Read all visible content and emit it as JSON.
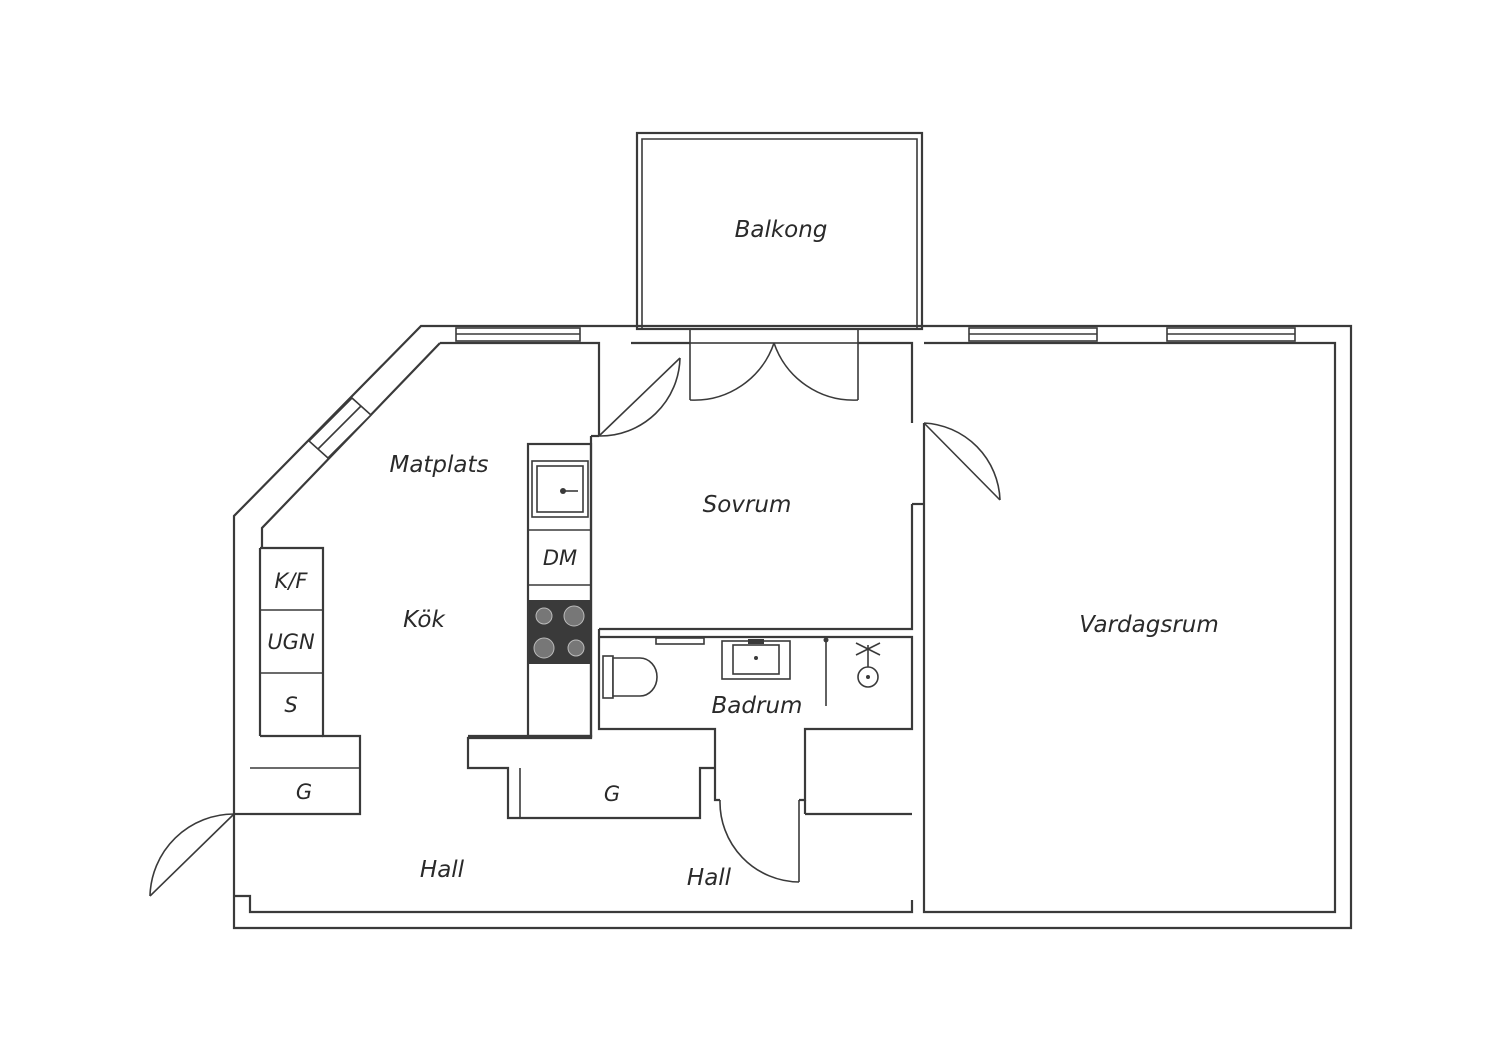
{
  "rooms": {
    "balkong": "Balkong",
    "matplats": "Matplats",
    "sovrum": "Sovrum",
    "kok": "Kök",
    "vardagsrum": "Vardagsrum",
    "badrum": "Badrum",
    "hall_left": "Hall",
    "hall_center": "Hall"
  },
  "appliances": {
    "kyl_frys": "K/F",
    "ugn": "UGN",
    "skap": "S",
    "diskmaskin": "DM",
    "garderob_left": "G",
    "garderob_center": "G"
  },
  "colors": {
    "line": "#3a3a3a",
    "stove": "#3a3a3a",
    "background": "#ffffff"
  }
}
